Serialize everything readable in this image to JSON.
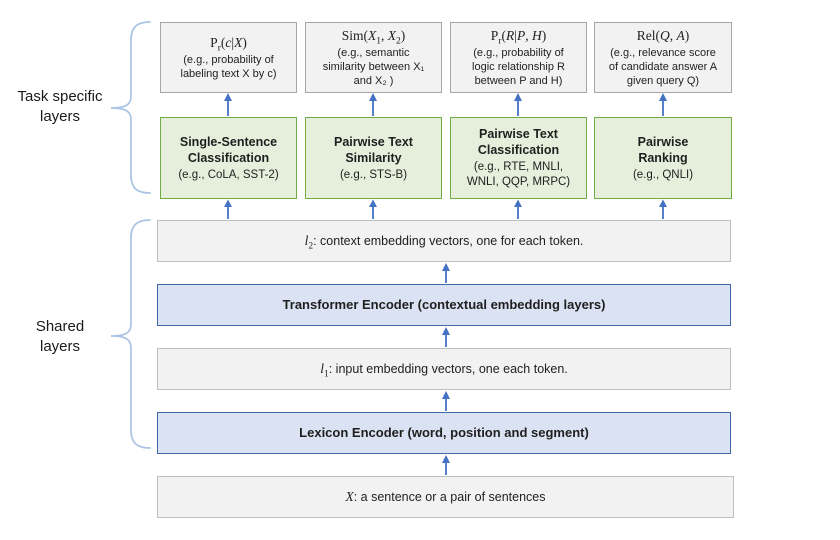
{
  "diagram": {
    "left_labels": {
      "task_specific": "Task specific\nlayers",
      "shared": "Shared\nlayers"
    },
    "output_boxes": [
      {
        "title_segments": [
          {
            "t": "P"
          },
          {
            "t": "r",
            "s": "sub"
          },
          {
            "t": "("
          },
          {
            "t": "c",
            "s": "i"
          },
          {
            "t": "|"
          },
          {
            "t": "X",
            "s": "i"
          },
          {
            "t": ")"
          }
        ],
        "title_plain": "Pr(c|X)",
        "desc": "(e.g., probability of\nlabeling text X by c)"
      },
      {
        "title_segments": [
          {
            "t": "Sim("
          },
          {
            "t": "X",
            "s": "i"
          },
          {
            "t": "1",
            "s": "sub"
          },
          {
            "t": ", "
          },
          {
            "t": "X",
            "s": "i"
          },
          {
            "t": "2",
            "s": "sub"
          },
          {
            "t": ")"
          }
        ],
        "title_plain": "Sim(X1, X2)",
        "desc": "(e.g., semantic\nsimilarity between X₁\nand X₂ )"
      },
      {
        "title_segments": [
          {
            "t": "P"
          },
          {
            "t": "r",
            "s": "sub"
          },
          {
            "t": "("
          },
          {
            "t": "R",
            "s": "i"
          },
          {
            "t": "|"
          },
          {
            "t": "P",
            "s": "i"
          },
          {
            "t": ", "
          },
          {
            "t": "H",
            "s": "i"
          },
          {
            "t": ")"
          }
        ],
        "title_plain": "Pr(R|P, H)",
        "desc": "(e.g., probability of\nlogic relationship R\nbetween P and H)"
      },
      {
        "title_segments": [
          {
            "t": "Rel("
          },
          {
            "t": "Q",
            "s": "i"
          },
          {
            "t": ", "
          },
          {
            "t": "A",
            "s": "i"
          },
          {
            "t": ")"
          }
        ],
        "title_plain": "Rel(Q, A)",
        "desc": "(e.g., relevance score\nof candidate answer A\ngiven query Q)"
      }
    ],
    "task_boxes": [
      {
        "title": "Single-Sentence\nClassification",
        "desc": "(e.g., CoLA, SST-2)"
      },
      {
        "title": "Pairwise Text\nSimilarity",
        "desc": "(e.g., STS-B)"
      },
      {
        "title": "Pairwise Text\nClassification",
        "desc": "(e.g., RTE, MNLI,\nWNLI, QQP, MRPC)"
      },
      {
        "title": "Pairwise\nRanking",
        "desc": "(e.g., QNLI)"
      }
    ],
    "shared_boxes": {
      "l2_segments": [
        {
          "t": "l",
          "s": "i"
        },
        {
          "t": "2",
          "s": "sub"
        },
        {
          "t": ": context embedding vectors, one for each token."
        }
      ],
      "transformer_label": "Transformer Encoder (contextual embedding layers)",
      "l1_segments": [
        {
          "t": "l",
          "s": "i"
        },
        {
          "t": "1",
          "s": "sub"
        },
        {
          "t": ": input embedding vectors, one each token."
        }
      ],
      "lexicon_label": "Lexicon Encoder (word, position and segment)",
      "input_segments": [
        {
          "t": "X",
          "s": "i"
        },
        {
          "t": ": a sentence or a pair of sentences"
        }
      ]
    },
    "colors": {
      "arrow_blue": "#4472C4",
      "brace_blue": "#A9C4E5",
      "green_border": "#70AD47",
      "green_fill": "#E6EFDC",
      "blue_border": "#4169AD",
      "blue_fill": "#DAE2F3",
      "gray_border": "#A6A6A6",
      "grayrow_border": "#BFBFBF",
      "gray_fill": "#F2F2F2"
    }
  }
}
